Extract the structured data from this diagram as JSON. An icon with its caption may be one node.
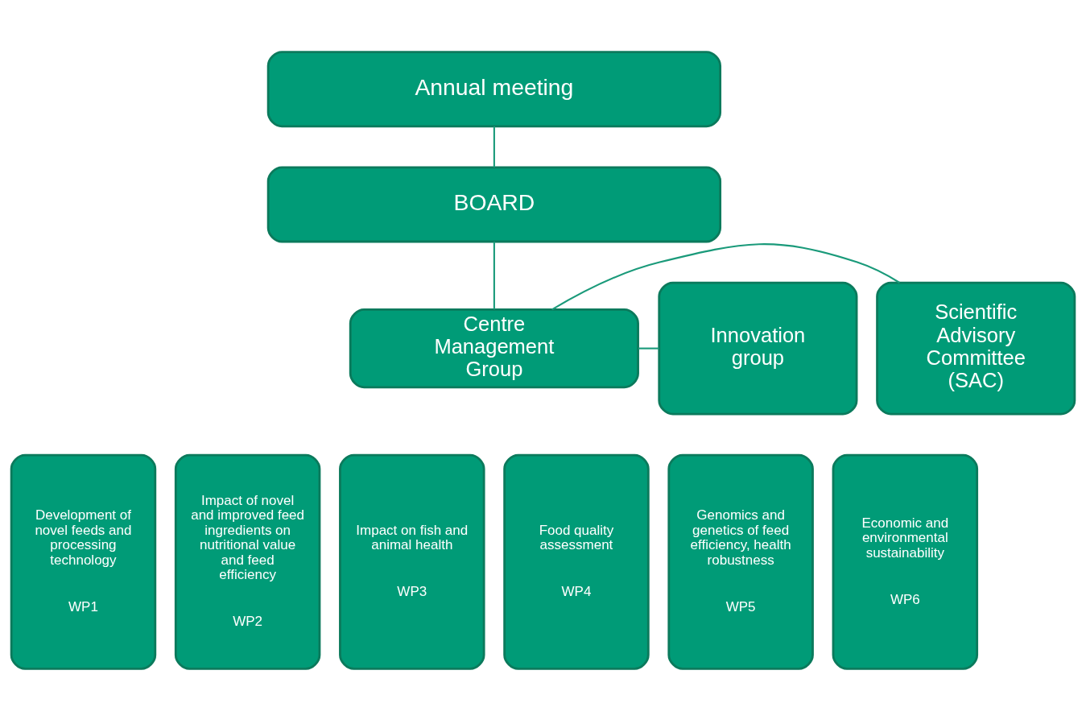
{
  "diagram": {
    "nodes": [
      {
        "text": [
          "Annual meeting"
        ]
      },
      {
        "text": [
          "BOARD"
        ]
      },
      {
        "text": [
          "Innovation group"
        ]
      },
      {
        "text": [
          "Centre Management Group"
        ]
      },
      {
        "text": [
          "Scientific Advisory Committee (SAC)"
        ]
      },
      {
        "text": [
          "Development of novel feeds and processing technology",
          "WP1"
        ]
      },
      {
        "text": [
          "Impact of novel and improved feed ingredients on nutritional value and feed efficiency",
          "WP2"
        ]
      },
      {
        "text": [
          "Impact on fish and animal health",
          "WP3"
        ]
      },
      {
        "text": [
          "Food quality assessment",
          "WP4"
        ]
      },
      {
        "text": [
          "Genomics and genetics of feed efficiency, health robustness",
          "WP5"
        ]
      },
      {
        "text": [
          "Economic and environmental sustainability",
          "WP6"
        ]
      }
    ],
    "edges": [
      {
        "from": 0,
        "to": 1,
        "arrow": "none"
      },
      {
        "from": 1,
        "to": 3,
        "arrow": "none"
      },
      {
        "from": 2,
        "to": 3,
        "arrow": "none"
      },
      {
        "from": 4,
        "to": 3,
        "arrow": "none"
      }
    ]
  }
}
